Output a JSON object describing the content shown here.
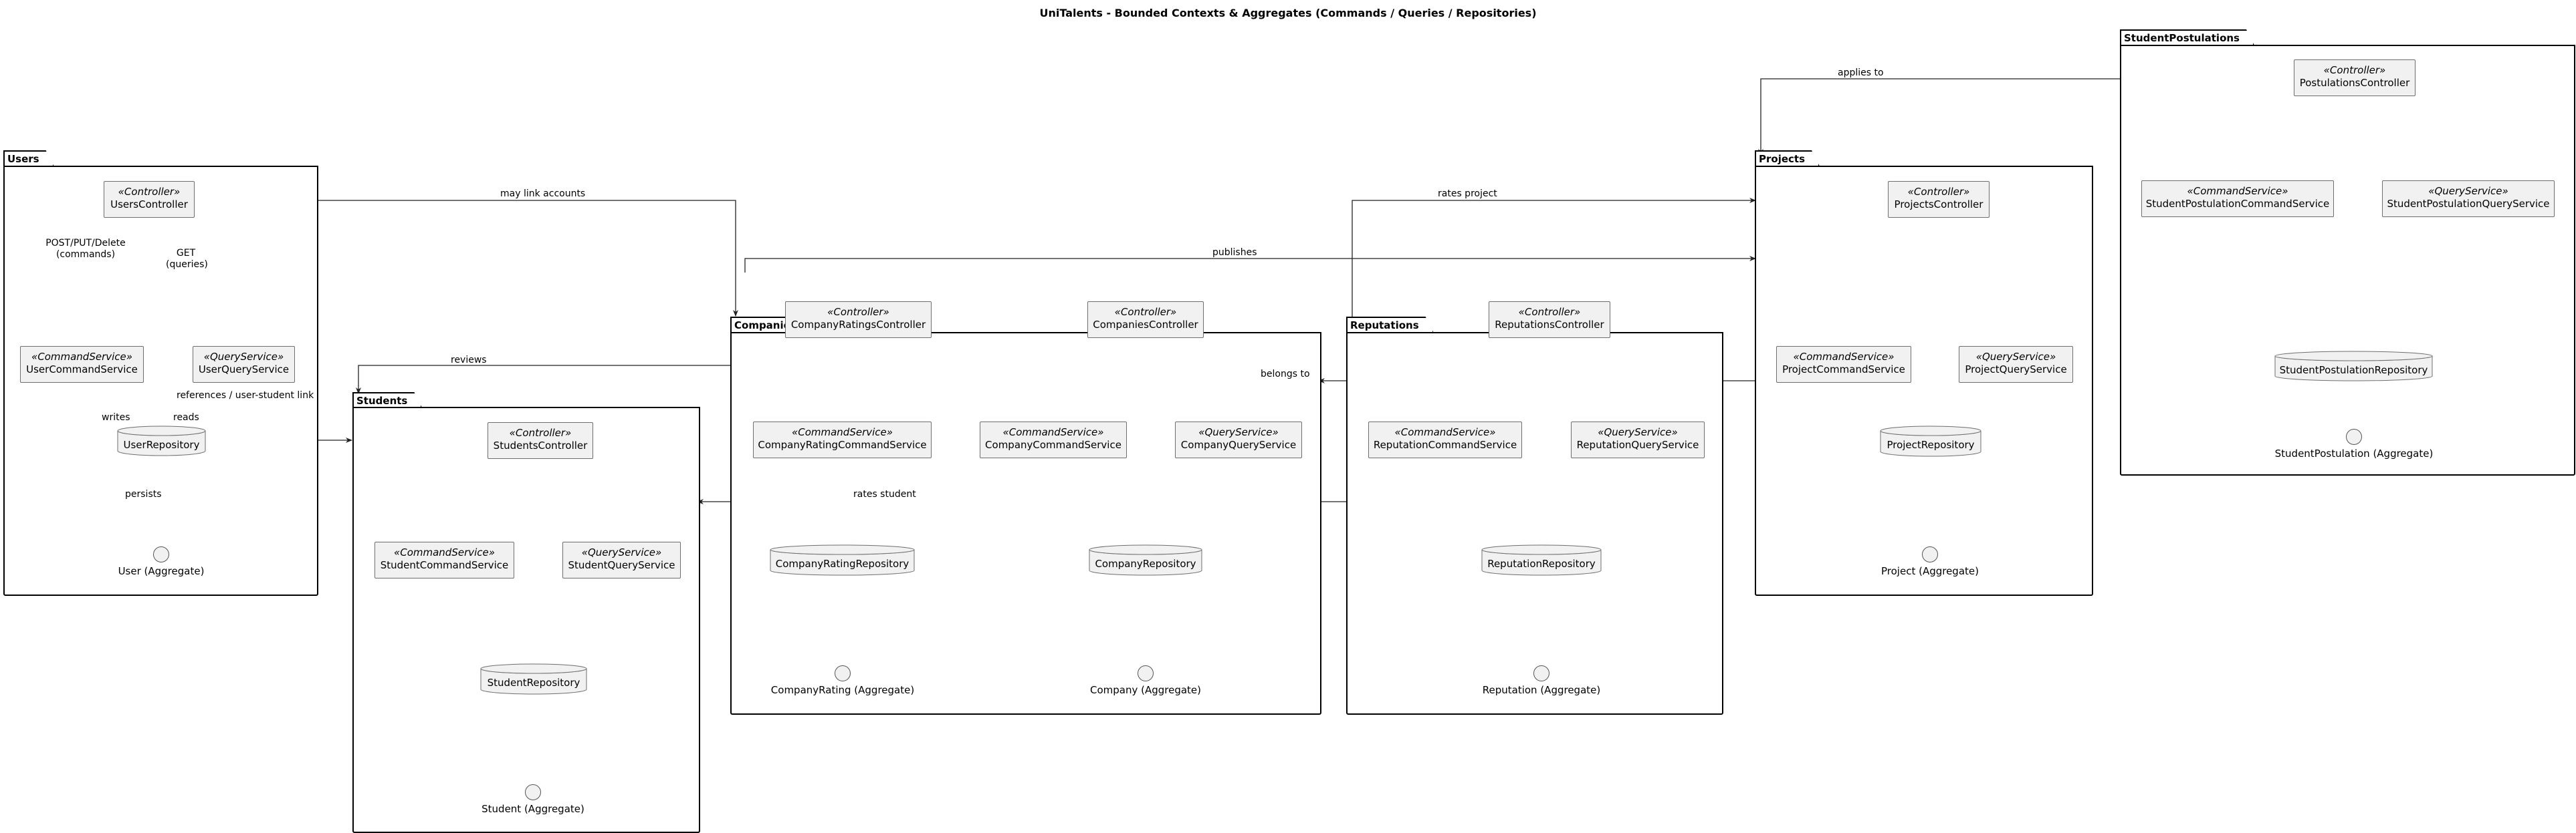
{
  "title": "UniTalents - Bounded Contexts & Aggregates (Commands / Queries / Repositories)",
  "packages": {
    "users": "Users",
    "students": "Students",
    "companies": "Companies",
    "reputations": "Reputations",
    "projects": "Projects",
    "postulations": "StudentPostulations"
  },
  "stereotypes": {
    "controller": "«Controller»",
    "command": "«CommandService»",
    "query": "«QueryService»"
  },
  "nodes": {
    "users_controller": "UsersController",
    "user_command_service": "UserCommandService",
    "user_query_service": "UserQueryService",
    "user_repository": "UserRepository",
    "user_aggregate": "User (Aggregate)",
    "students_controller": "StudentsController",
    "student_command_service": "StudentCommandService",
    "student_query_service": "StudentQueryService",
    "student_repository": "StudentRepository",
    "student_aggregate": "Student (Aggregate)",
    "company_ratings_controller": "CompanyRatingsController",
    "company_rating_command_service": "CompanyRatingCommandService",
    "company_rating_repository": "CompanyRatingRepository",
    "company_rating_aggregate": "CompanyRating (Aggregate)",
    "companies_controller": "CompaniesController",
    "company_command_service": "CompanyCommandService",
    "company_query_service": "CompanyQueryService",
    "company_repository": "CompanyRepository",
    "company_aggregate": "Company (Aggregate)",
    "reputations_controller": "ReputationsController",
    "reputation_command_service": "ReputationCommandService",
    "reputation_query_service": "ReputationQueryService",
    "reputation_repository": "ReputationRepository",
    "reputation_aggregate": "Reputation (Aggregate)",
    "projects_controller": "ProjectsController",
    "project_command_service": "ProjectCommandService",
    "project_query_service": "ProjectQueryService",
    "project_repository": "ProjectRepository",
    "project_aggregate": "Project (Aggregate)",
    "postulations_controller": "PostulationsController",
    "student_postulation_command_service": "StudentPostulationCommandService",
    "student_postulation_query_service": "StudentPostulationQueryService",
    "student_postulation_repository": "StudentPostulationRepository",
    "student_postulation_aggregate": "StudentPostulation (Aggregate)"
  },
  "edge_labels": {
    "post_put_delete_1": "POST/PUT/Delete",
    "post_put_delete_2": "(commands)",
    "get_1": "GET",
    "get_2": "(queries)",
    "references": "references / user-student link",
    "writes": "writes",
    "reads": "reads",
    "persists": "persists",
    "may_link_accounts": "may link accounts",
    "reviews": "reviews",
    "publishes": "publishes",
    "rates_project": "rates project",
    "applies_to": "applies to",
    "belongs_to": "belongs to",
    "rates_student": "rates student"
  }
}
